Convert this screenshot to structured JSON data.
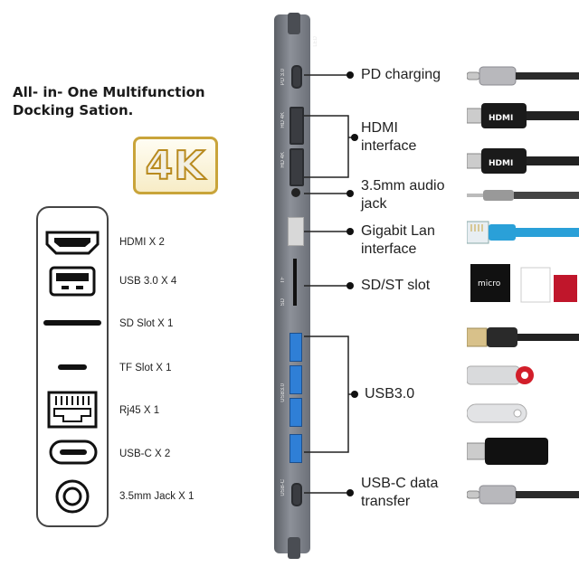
{
  "headline": "All- in- One Multifunction\nDocking Sation.",
  "badge": "4K",
  "legend": [
    {
      "icon": "hdmi-port-icon",
      "label": "HDMI X 2"
    },
    {
      "icon": "usb-a-port-icon",
      "label": "USB 3.0 X 4"
    },
    {
      "icon": "sd-slot-icon",
      "label": "SD Slot X 1"
    },
    {
      "icon": "tf-slot-icon",
      "label": "TF Slot X 1"
    },
    {
      "icon": "rj45-port-icon",
      "label": "Rj45 X 1"
    },
    {
      "icon": "usb-c-port-icon",
      "label": "USB-C X 2"
    },
    {
      "icon": "audio-jack-icon",
      "label": "3.5mm Jack X 1"
    }
  ],
  "callouts": [
    {
      "label": "PD charging",
      "cable": "usb-c-cable-icon"
    },
    {
      "label": "HDMI\ninterface",
      "cable": "hdmi-cable-icon"
    },
    {
      "label": "3.5mm audio\njack",
      "cable": "audio-cable-icon"
    },
    {
      "label": "Gigabit Lan\ninterface",
      "cable": "ethernet-cable-icon"
    },
    {
      "label": "SD/ST slot",
      "cable": "sd-card-icon"
    },
    {
      "label": "USB3.0",
      "cable": "usb-devices-icon"
    },
    {
      "label": "USB-C data\ntransfer",
      "cable": "usb-c-cable-icon"
    }
  ],
  "hub_labels": {
    "led": "LED",
    "pd": "PD 3.0",
    "hdmi1": "HD 4K",
    "hdmi2": "HD 4K",
    "sd": "SD",
    "tf": "TF",
    "usb": "USB3.0",
    "usbc": "USB-C"
  },
  "colors": {
    "badge_gold": "#c9a43a",
    "hub_gray": "#7a7e86",
    "usb_blue": "#2f7fd6",
    "ethernet_blue": "#2aa0d8"
  }
}
